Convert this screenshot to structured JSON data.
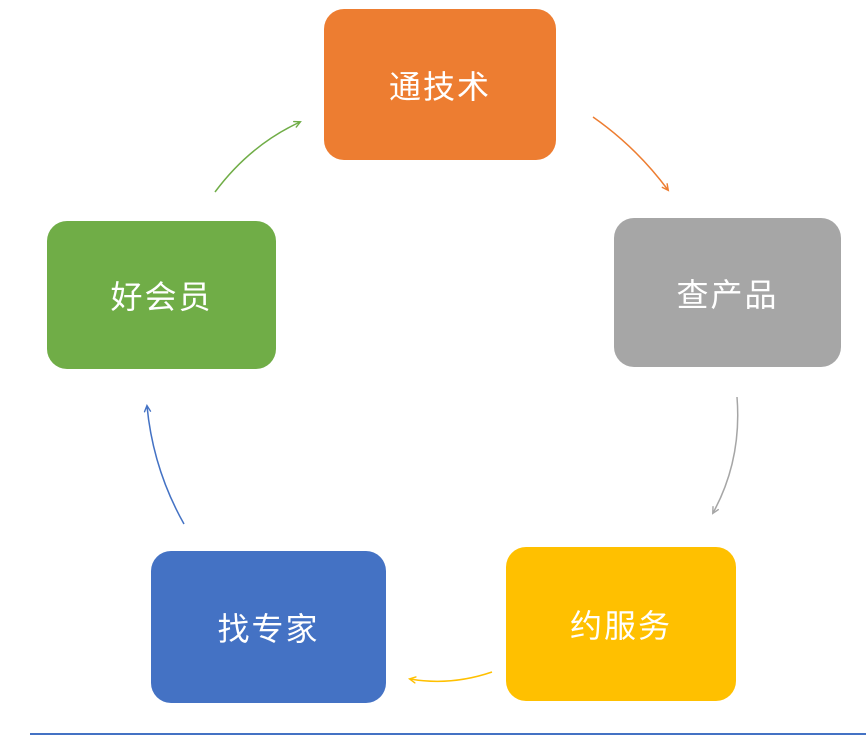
{
  "diagram": {
    "type": "cycle",
    "nodes": [
      {
        "id": "top",
        "label": "通技术",
        "color": "#ED7D31"
      },
      {
        "id": "right",
        "label": "查产品",
        "color": "#A6A6A6"
      },
      {
        "id": "bottom-right",
        "label": "约服务",
        "color": "#FFC000"
      },
      {
        "id": "bottom-left",
        "label": "找专家",
        "color": "#4472C4"
      },
      {
        "id": "left",
        "label": "好会员",
        "color": "#70AD47"
      }
    ],
    "arrows": [
      {
        "from": "好会员",
        "to": "通技术",
        "color": "#70AD47"
      },
      {
        "from": "通技术",
        "to": "查产品",
        "color": "#ED7D31"
      },
      {
        "from": "查产品",
        "to": "约服务",
        "color": "#A6A6A6"
      },
      {
        "from": "约服务",
        "to": "找专家",
        "color": "#FFC000"
      },
      {
        "from": "找专家",
        "to": "好会员",
        "color": "#4472C4"
      }
    ],
    "bottom_border_color": "#4472C4"
  }
}
